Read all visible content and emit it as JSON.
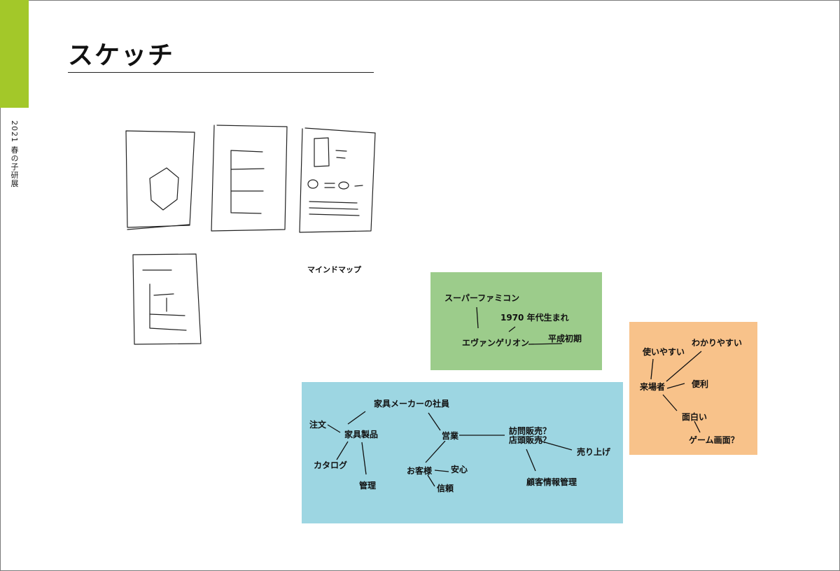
{
  "page": {
    "title": "スケッチ",
    "side_label": "2021 春の子研展",
    "accent_color": "#a3c829"
  },
  "sketch_caption": "マインドマップ",
  "mindmaps": {
    "green": {
      "color": "#9ccc8b",
      "words": [
        "スーパーファミコン",
        "1970 年代生まれ",
        "エヴァンゲリオン",
        "平成初期"
      ]
    },
    "orange": {
      "color": "#f8c28a",
      "words": [
        "使いやすい",
        "わかりやすい",
        "来場者",
        "便利",
        "面白い",
        "ゲーム画面？"
      ]
    },
    "blue": {
      "color": "#9dd6e2",
      "words": [
        "家具メーカーの社員",
        "注文",
        "家具製品",
        "営業",
        "訪問販売？",
        "店頭販売？",
        "売り上げ",
        "カタログ",
        "管理",
        "お客様",
        "安心",
        "信頼",
        "顧客情報管理"
      ]
    }
  }
}
